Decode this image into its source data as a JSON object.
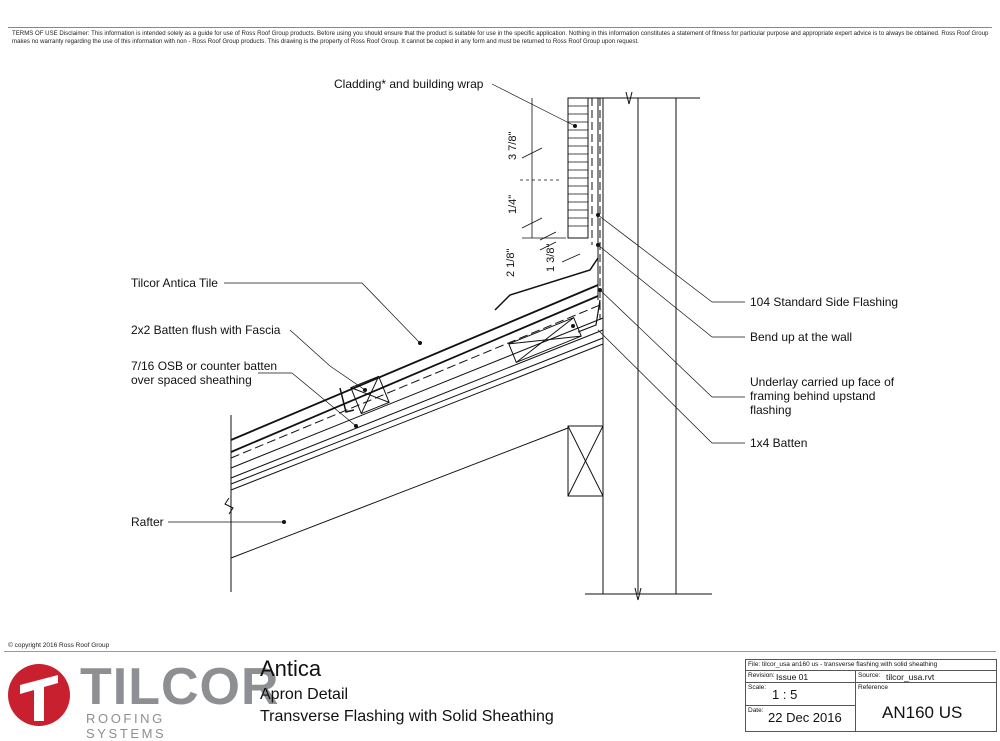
{
  "disclaimer": "TERMS OF USE Disclaimer: This information is intended solely as a guide for use of Ross Roof Group products. Before using you should ensure that the product is suitable for use in the specific application. Nothing in this information constitutes a statement of fitness for particular purpose and appropriate expert advice is to always be obtained. Ross Roof Group makes no warranty regarding the use of this information with non - Ross Roof Group products. This drawing is the property of Ross Roof Group. It cannot be copied in any form and must be returned to Ross Roof Group upon request.",
  "labels": {
    "cladding": "Cladding* and building wrap",
    "tile": "Tilcor Antica Tile",
    "batten2x2": "2x2 Batten flush with Fascia",
    "osb_line1": "7/16 OSB or counter batten",
    "osb_line2": "over spaced sheathing",
    "rafter": "Rafter",
    "side_flashing": "104 Standard Side Flashing",
    "bend_up": "Bend up at the wall",
    "underlay_line1": "Underlay carried up face of",
    "underlay_line2": "framing behind upstand",
    "underlay_line3": "flashing",
    "batten1x4": "1x4 Batten"
  },
  "dimensions": {
    "d1": "3 7/8\"",
    "d2": "1/4\"",
    "d3": "2 1/8\"",
    "d4": "1 3/8\""
  },
  "copyright": "© copyright 2016 Ross Roof Group",
  "brand": {
    "name": "TILCOR",
    "tagline": "ROOFING SYSTEMS",
    "accent": "#c8202f",
    "grey": "#8d8f92"
  },
  "title": {
    "product": "Antica",
    "detail": "Apron Detail",
    "subtitle": "Transverse Flashing with Solid Sheathing"
  },
  "title_block": {
    "file_caption": "File:",
    "file": "tilcor_usa an160 us - transverse flashing with solid sheathing",
    "revision_caption": "Revision:",
    "revision": "Issue 01",
    "source_caption": "Source:",
    "source": "tilcor_usa.rvt",
    "scale_caption": "Scale:",
    "scale": "1 : 5",
    "reference_caption": "Reference",
    "reference": "AN160 US",
    "date_caption": "Date:",
    "date": "22 Dec 2016"
  }
}
